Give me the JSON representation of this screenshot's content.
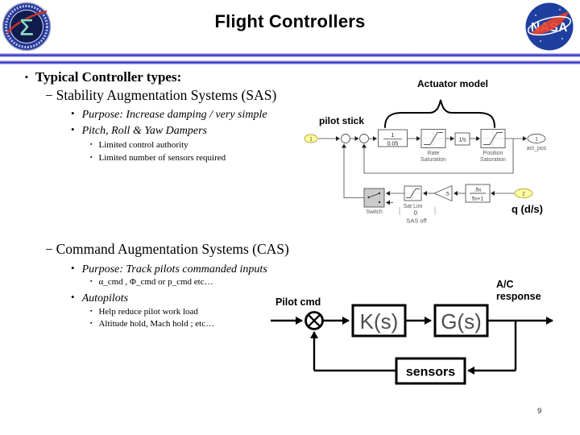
{
  "header": {
    "title": "Flight Controllers"
  },
  "logos": {
    "nasa_text": "NASA",
    "sigma": "Σ"
  },
  "outline": {
    "glyph_l1": "▪",
    "glyph_l2": "−",
    "glyph_l3": "•",
    "glyph_l4": "▪",
    "l1": "Typical Controller types:",
    "sas_heading": "Stability Augmentation Systems (SAS)",
    "sas_purpose": "Purpose: Increase damping / very simple",
    "sas_dampers": "Pitch, Roll & Yaw Dampers",
    "sas_sub1": "Limited control authority",
    "sas_sub2": "Limited number of sensors required",
    "cas_heading": "Command Augmentation Systems  (CAS)",
    "cas_purpose": "Purpose: Track pilots commanded inputs",
    "cas_cmds": "α_cmd , Φ_cmd  or p_cmd etc…",
    "cas_autopilots": "Autopilots",
    "cas_sub1": "Help reduce pilot work load",
    "cas_sub2": "Altitude hold, Mach hold ; etc…"
  },
  "sas_diagram": {
    "actuator_model_label": "Actuator model",
    "pilot_stick_label": "pilot stick",
    "inport1": "1",
    "inport2": "2",
    "outport": "1",
    "outport_label": "act_pos",
    "tf_num": "1",
    "tf_den": "0.05",
    "rate_sat_line1": "Rate",
    "rate_sat_line2": "Saturation",
    "integrator": "1/s",
    "pos_sat_line1": "Position",
    "pos_sat_line2": "Saturation",
    "washout_num": ".5s",
    "washout_den": "5s+1",
    "gain": ".5",
    "sat_lim_label": "Sat Lim",
    "switch_label": "Switch",
    "zero": "0",
    "sas_off_label": "SAS off",
    "q_label": "q (d/s)"
  },
  "cas_diagram": {
    "pilot_cmd_label": "Pilot cmd",
    "controller_block": "K(s)",
    "plant_block": "G(s)",
    "response_line1": "A/C",
    "response_line2": "response",
    "sensors_block": "sensors"
  },
  "footer": {
    "page_number": "9"
  },
  "colors": {
    "divider_blue": "#3b35c9",
    "port_yellow": "#ffff9e",
    "switch_gray": "#cbcbcb",
    "nasa_blue": "#1e3f9e",
    "nasa_red": "#e8432e",
    "badge_teal": "#8fd8c8"
  }
}
